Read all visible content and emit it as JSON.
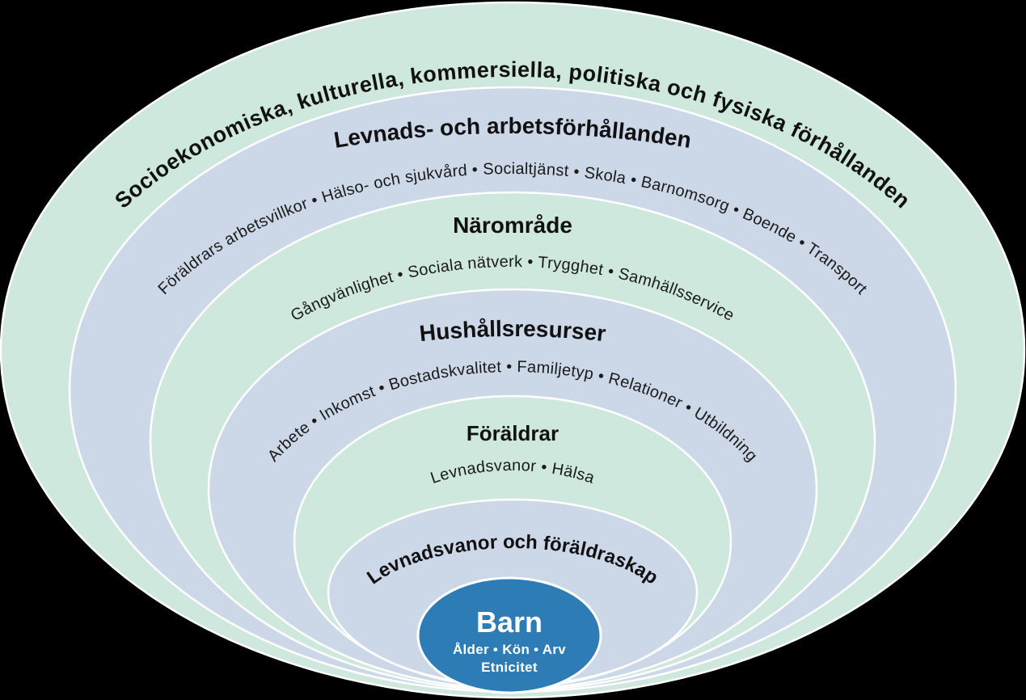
{
  "figure": {
    "description": "Nested ellipse model of determinants of child health (Swedish)",
    "colors": {
      "background": "#000000",
      "ring_green": "#cfe8dd",
      "ring_blue": "#ccd8e7",
      "barn_blue": "#2e7cb5",
      "ring_outline": "#ffffff",
      "text_dark": "#111111",
      "text_light": "#ffffff"
    },
    "rings": {
      "outer": {
        "title": "Socioekonomiska, kulturella, kommersiella, politiska och fysiska förhållanden"
      },
      "levnads": {
        "heading": "Levnads- och arbetsförhållanden",
        "items": [
          "Föräldrars arbetsvillkor",
          "Hälso- och sjukvård",
          "Socialtjänst",
          "Skola",
          "Barnomsorg",
          "Boende",
          "Transport"
        ]
      },
      "naromrade": {
        "heading": "Närområde",
        "items": [
          "Gångvänlighet",
          "Sociala nätverk",
          "Trygghet",
          "Samhällsservice"
        ]
      },
      "hushall": {
        "heading": "Hushållsresurser",
        "items": [
          "Arbete",
          "Inkomst",
          "Bostadskvalitet",
          "Familjetyp",
          "Relationer",
          "Utbildning"
        ]
      },
      "foraldrar": {
        "heading": "Föräldrar",
        "items": [
          "Levnadsvanor",
          "Hälsa"
        ]
      },
      "levnadsvanor": {
        "heading": "Levnadsvanor och föräldraskap"
      },
      "barn": {
        "heading": "Barn",
        "items": [
          "Ålder",
          "Kön",
          "Arv"
        ],
        "line2": "Etnicitet"
      }
    }
  }
}
